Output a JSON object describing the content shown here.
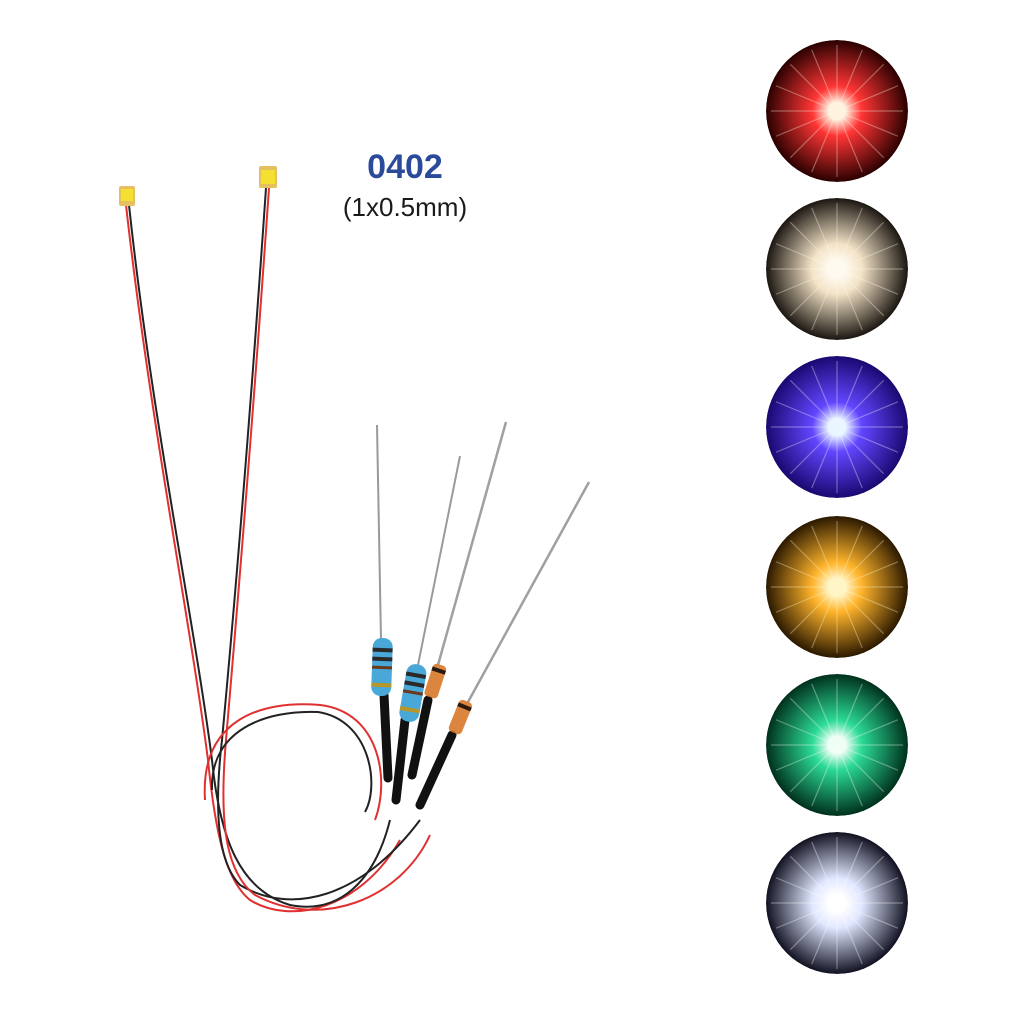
{
  "product": {
    "size_code": "0402",
    "size_dimensions": "(1x0.5mm)"
  },
  "led_colors": [
    {
      "id": "red",
      "glow": "#ff2a2a",
      "bg": "#2a0000",
      "core": "#fff3e0"
    },
    {
      "id": "warm-white",
      "glow": "#f3e2c4",
      "bg": "#1a1510",
      "core": "#fffaf0"
    },
    {
      "id": "blue",
      "glow": "#5a3cff",
      "bg": "#1a0870",
      "core": "#eaf6ff"
    },
    {
      "id": "yellow",
      "glow": "#ffb020",
      "bg": "#2a1800",
      "core": "#fff6c8"
    },
    {
      "id": "green",
      "glow": "#20d890",
      "bg": "#00301c",
      "core": "#f0fff6"
    },
    {
      "id": "white",
      "glow": "#dfe6ff",
      "bg": "#101020",
      "core": "#ffffff"
    }
  ]
}
